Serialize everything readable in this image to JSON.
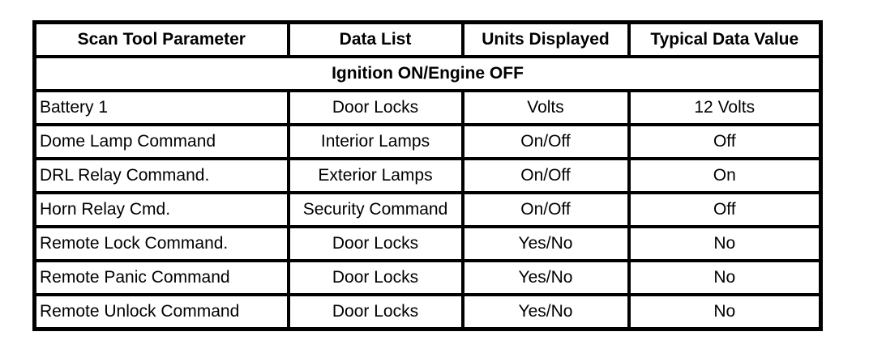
{
  "table": {
    "headers": [
      "Scan Tool Parameter",
      "Data List",
      "Units Displayed",
      "Typical Data Value"
    ],
    "section_title": "Ignition ON/Engine OFF",
    "rows": [
      {
        "cells": [
          "Battery 1",
          "Door Locks",
          "Volts",
          "12 Volts"
        ]
      },
      {
        "cells": [
          "Dome Lamp Command",
          "Interior Lamps",
          "On/Off",
          "Off"
        ]
      },
      {
        "cells": [
          "DRL Relay Command.",
          "Exterior Lamps",
          "On/Off",
          "On"
        ]
      },
      {
        "cells": [
          "Horn Relay Cmd.",
          "Security Command",
          "On/Off",
          "Off"
        ]
      },
      {
        "cells": [
          "Remote Lock Command.",
          "Door Locks",
          "Yes/No",
          "No"
        ]
      },
      {
        "cells": [
          "Remote Panic Command",
          "Door Locks",
          "Yes/No",
          "No"
        ]
      },
      {
        "cells": [
          "Remote Unlock Command",
          "Door Locks",
          "Yes/No",
          "No"
        ]
      }
    ]
  },
  "colors": {
    "border": "#000000",
    "background": "#ffffff",
    "text": "#000000"
  }
}
